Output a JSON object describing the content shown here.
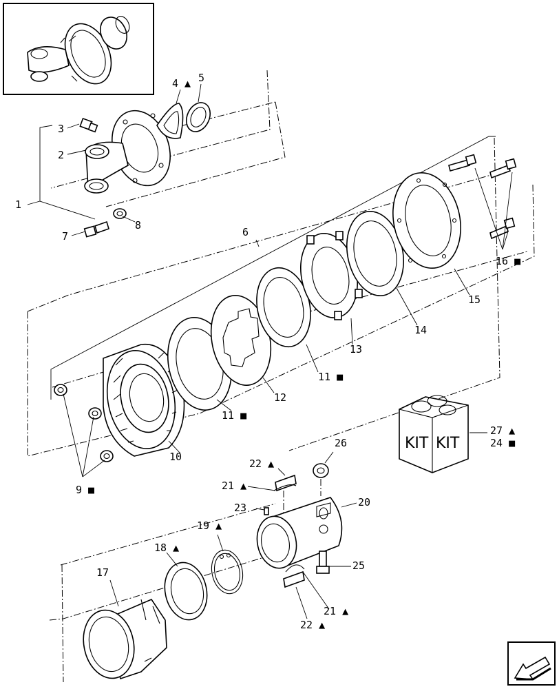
{
  "callouts": {
    "c1": "1",
    "c2": "2",
    "c3": "3",
    "c4": "4 ▲",
    "c5": "5",
    "c6": "6",
    "c7": "7",
    "c8": "8",
    "c9": "9 ■",
    "c10": "10",
    "c11a": "11 ■",
    "c11b": "11 ■",
    "c12": "12",
    "c13": "13",
    "c14": "14",
    "c15": "15",
    "c16": "16 ■",
    "c17": "17",
    "c18": "18 ▲",
    "c19": "19 ▲",
    "c20": "20",
    "c21a": "21 ▲",
    "c21b": "21 ▲",
    "c22a": "22 ▲",
    "c22b": "22 ▲",
    "c23": "23",
    "c24": "24 ■",
    "c25": "25",
    "c26": "26",
    "c27": "27 ▲"
  },
  "kit_box": {
    "left_label": "KIT",
    "right_label": "KIT"
  },
  "icons": {
    "thumbnail": "assembly-thumbnail-icon",
    "navigation": "back-arrow-icon"
  }
}
